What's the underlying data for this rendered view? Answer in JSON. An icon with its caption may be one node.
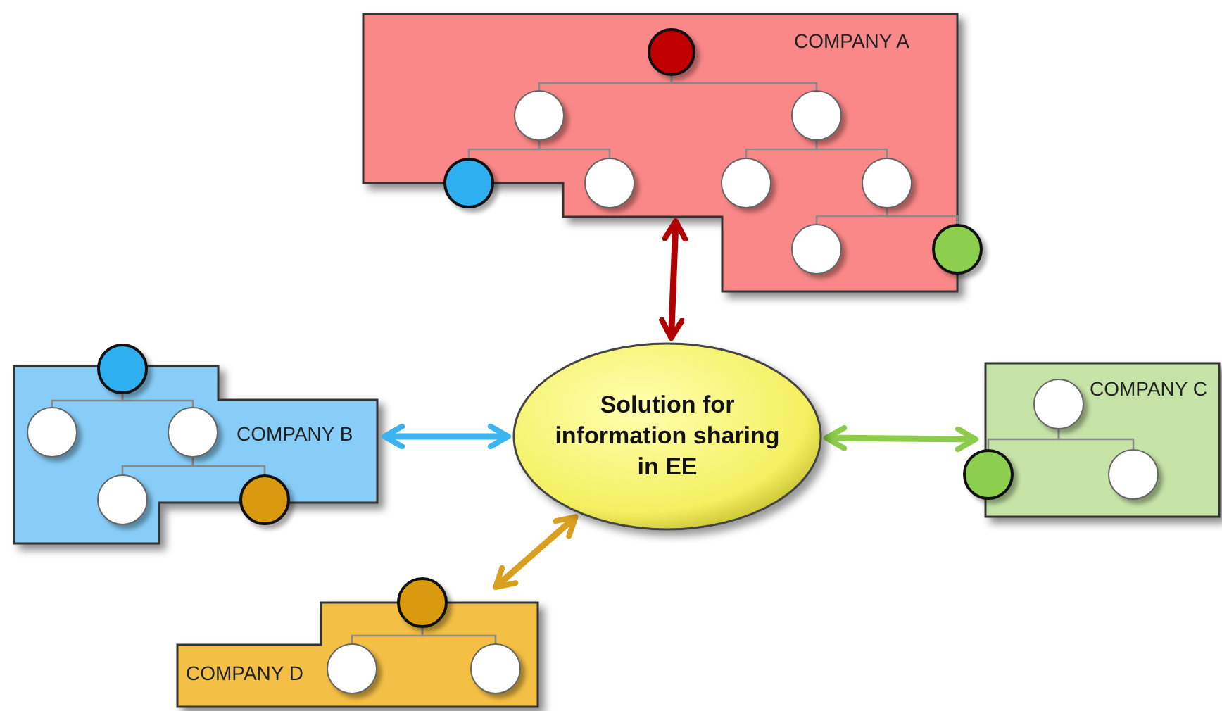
{
  "diagram": {
    "nodes": [
      {
        "text": [
          "COMPANY A"
        ]
      },
      {
        "text": [],
        "shape": "circle",
        "in": 0
      },
      {
        "text": [],
        "shape": "circle",
        "in": 0
      },
      {
        "text": [],
        "shape": "circle",
        "in": 0
      },
      {
        "text": [],
        "shape": "circle",
        "in": 0
      },
      {
        "text": [],
        "shape": "circle",
        "in": 0
      },
      {
        "text": [],
        "shape": "circle",
        "in": 0
      },
      {
        "text": [],
        "shape": "circle",
        "in": 0
      },
      {
        "text": [],
        "shape": "circle",
        "in": 0
      },
      {
        "text": [],
        "shape": "circle"
      },
      {
        "text": [
          "COMPANY B"
        ]
      },
      {
        "text": [],
        "shape": "circle"
      },
      {
        "text": [],
        "shape": "circle",
        "in": 10
      },
      {
        "text": [],
        "shape": "circle",
        "in": 10
      },
      {
        "text": [],
        "shape": "circle",
        "in": 10
      },
      {
        "text": [],
        "shape": "circle",
        "in": 10
      },
      {
        "text": [
          "Solution for information sharing in EE"
        ]
      },
      {
        "text": [
          "COMPANY C"
        ]
      },
      {
        "text": [],
        "shape": "circle",
        "in": 17
      },
      {
        "text": [],
        "shape": "circle"
      },
      {
        "text": [],
        "shape": "circle",
        "in": 17
      },
      {
        "text": [
          "COMPANY D"
        ]
      },
      {
        "text": [],
        "shape": "circle"
      },
      {
        "text": [],
        "shape": "circle",
        "in": 21
      },
      {
        "text": [],
        "shape": "circle",
        "in": 21
      }
    ],
    "edges": [
      {
        "from": 1,
        "to": 2,
        "arrow": "none"
      },
      {
        "from": 1,
        "to": 3,
        "arrow": "none"
      },
      {
        "from": 2,
        "to": 4,
        "arrow": "none"
      },
      {
        "from": 2,
        "to": 5,
        "arrow": "none"
      },
      {
        "from": 3,
        "to": 6,
        "arrow": "none"
      },
      {
        "from": 3,
        "to": 7,
        "arrow": "none"
      },
      {
        "from": 7,
        "to": 8,
        "arrow": "none"
      },
      {
        "from": 7,
        "to": 9,
        "arrow": "none"
      },
      {
        "from": 11,
        "to": 12,
        "arrow": "none"
      },
      {
        "from": 11,
        "to": 13,
        "arrow": "none"
      },
      {
        "from": 13,
        "to": 14,
        "arrow": "none"
      },
      {
        "from": 13,
        "to": 15,
        "arrow": "none"
      },
      {
        "from": 18,
        "to": 19,
        "arrow": "none"
      },
      {
        "from": 18,
        "to": 20,
        "arrow": "none"
      },
      {
        "from": 22,
        "to": 23,
        "arrow": "none"
      },
      {
        "from": 22,
        "to": 24,
        "arrow": "none"
      },
      {
        "from": 0,
        "to": 16,
        "arrow": "both",
        "style": "thick",
        "color": "#b00000"
      },
      {
        "from": 10,
        "to": 16,
        "arrow": "both",
        "style": "thick",
        "color": "#3bb4f0"
      },
      {
        "from": 16,
        "to": 17,
        "arrow": "both",
        "style": "thick",
        "color": "#8ccc4a"
      },
      {
        "from": 16,
        "to": 21,
        "arrow": "both",
        "style": "thick",
        "color": "#d9a020"
      }
    ]
  }
}
